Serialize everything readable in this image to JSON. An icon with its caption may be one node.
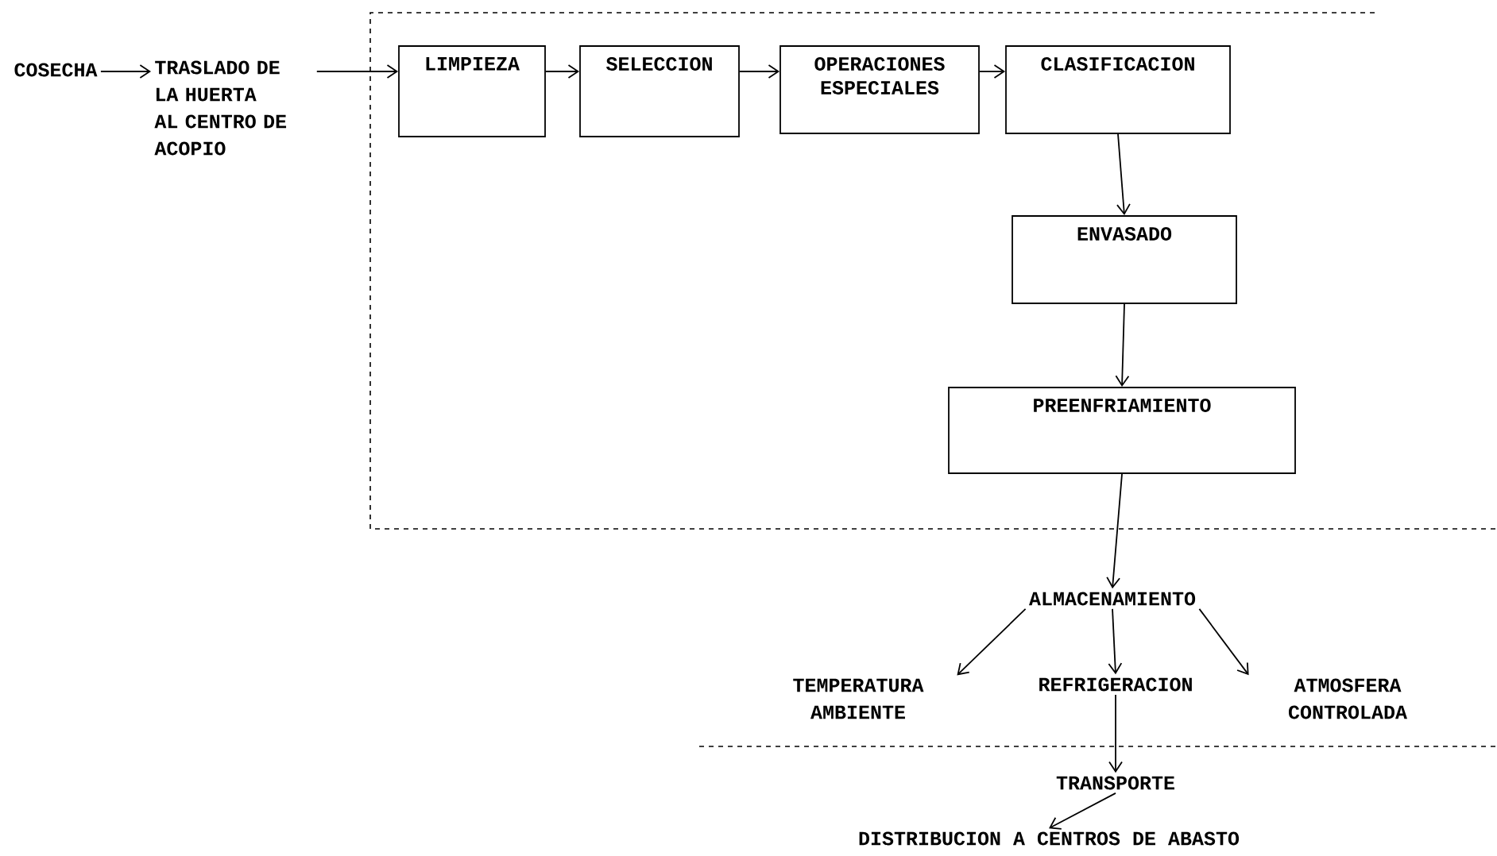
{
  "diagram": {
    "nodes": [
      {
        "text": [
          "COSECHA"
        ]
      },
      {
        "text": [
          "TRASLADO DE LA HUERTA AL CENTRO DE ACOPIO"
        ]
      },
      {
        "text": [],
        "shape": "box"
      },
      {
        "text": [
          "LIMPIEZA"
        ],
        "in": 2
      },
      {
        "text": [
          "SELECCION"
        ],
        "in": 2
      },
      {
        "text": [
          "OPERACIONES ESPECIALES"
        ],
        "in": 2
      },
      {
        "text": [
          "CLASIFICACION"
        ],
        "in": 2
      },
      {
        "text": [
          "ENVASADO"
        ],
        "in": 2
      },
      {
        "text": [
          "PREENFRIAMIENTO"
        ],
        "in": 2
      },
      {
        "text": [
          "ALMACENAMIENTO"
        ]
      },
      {
        "text": [
          "TEMPERATURA AMBIENTE"
        ]
      },
      {
        "text": [
          "REFRIGERACION"
        ]
      },
      {
        "text": [
          "ATMOSFERA CONTROLADA"
        ]
      },
      {
        "text": [
          "TRANSPORTE"
        ]
      },
      {
        "text": [
          "DISTRIBUCION A CENTROS DE ABASTO"
        ]
      }
    ],
    "edges": [
      {
        "from": 0,
        "to": 1,
        "arrow": "to"
      },
      {
        "from": 1,
        "to": 3,
        "arrow": "to"
      },
      {
        "from": 3,
        "to": 4,
        "arrow": "to"
      },
      {
        "from": 4,
        "to": 5,
        "arrow": "to"
      },
      {
        "from": 5,
        "to": 6,
        "arrow": "to"
      },
      {
        "from": 6,
        "to": 7,
        "arrow": "to"
      },
      {
        "from": 7,
        "to": 8,
        "arrow": "to"
      },
      {
        "from": 8,
        "to": 9,
        "arrow": "to"
      },
      {
        "from": 9,
        "to": 10,
        "arrow": "to"
      },
      {
        "from": 9,
        "to": 11,
        "arrow": "to"
      },
      {
        "from": 9,
        "to": 12,
        "arrow": "to"
      },
      {
        "from": 11,
        "to": 13,
        "arrow": "to"
      },
      {
        "from": 13,
        "to": 14,
        "arrow": "to"
      }
    ]
  }
}
